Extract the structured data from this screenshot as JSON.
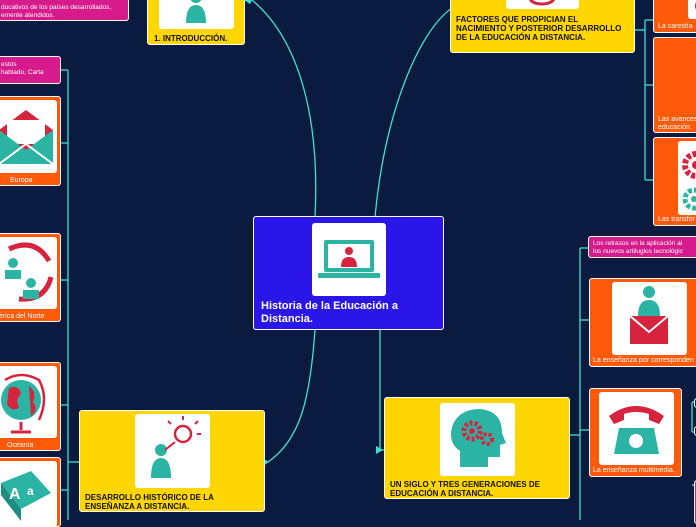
{
  "central": {
    "title": "Historia de la Educación a Distancia."
  },
  "topics": {
    "intro": "1. INTRODUCCIÓN.",
    "factores": "FACTORES QUE PROPICIAN EL NACIMIENTO Y POSTERIOR DESARROLLO DE LA EDUCACIÓN A DISTANCIA.",
    "desarrollo": "DESARROLLO HISTÓRICO DE LA ENSEÑANZA A DISTANCIA.",
    "siglo": "UN SIGLO Y TRES GENERACIONES DE EDUCACIÓN A DISTANCIA."
  },
  "notes": {
    "top_left_1": "ducativos de los países desarrollados,",
    "top_left_2": "emente atendidos.",
    "left_1": "estos",
    "left_2": "hablado, Carta",
    "right_1": "Los retrasos en la aplicación al",
    "right_2": "los nuevos artilugios tecnológic"
  },
  "left_cards": {
    "europa": "Europa",
    "america": "érica del Norte",
    "oceania": "Oceanía"
  },
  "right_cards": {
    "carestia": "La carestía",
    "avances_1": "Las avances",
    "avances_2": "educación.",
    "transform": "Las transfor",
    "correspondencia": "La enseñanza por corresponden",
    "multimedia": "La enseñanza multimedia."
  },
  "colors": {
    "background": "#0b1a3f",
    "connector": "#40e0d0",
    "topic": "#ffd600",
    "card": "#ff5a0a",
    "note": "#d81b8c",
    "central": "#2a16e8",
    "icon_red": "#d6243f",
    "icon_teal": "#2bb3a3"
  }
}
